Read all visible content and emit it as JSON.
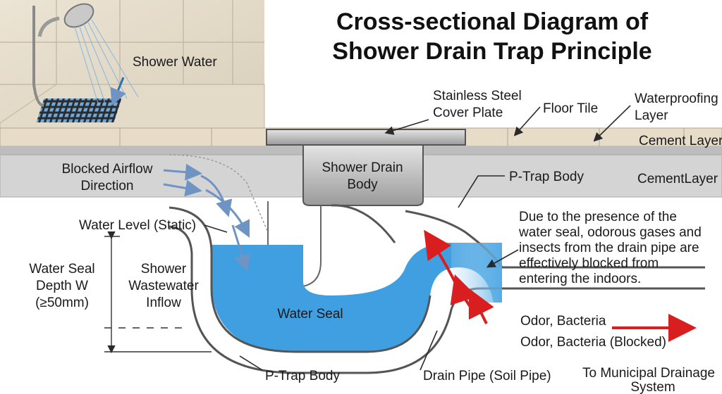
{
  "title": {
    "line1": "Cross-sectional Diagram of",
    "line2": "Shower Drain Trap Principle"
  },
  "labels": {
    "shower_water": "Shower Water",
    "cover_plate_1": "Stainless Steel",
    "cover_plate_2": "Cover Plate",
    "floor_tile": "Floor Tile",
    "waterproofing_1": "Waterproofing",
    "waterproofing_2": "Layer",
    "cement_layer_top": "Cement Layer",
    "cement_layer_bottom": "CementLayer",
    "blocked_airflow_1": "Blocked Airflow",
    "blocked_airflow_2": "Direction",
    "drain_body_1": "Shower Drain",
    "drain_body_2": "Body",
    "ptrap_body_top": "P-Trap Body",
    "water_level": "Water Level (Static)",
    "seal_depth_1": "Water Seal",
    "seal_depth_2": "Depth W",
    "seal_depth_3": "(≥50mm)",
    "inflow_1": "Shower",
    "inflow_2": "Wastewater",
    "inflow_3": "Inflow",
    "water_seal": "Water Seal",
    "note_1": "Due to the presence of the",
    "note_2": "water seal, odorous gases and",
    "note_3": "insects from the drain pipe are",
    "note_4": "effectively blocked from",
    "note_5": "entering the indoors.",
    "odor_1": "Odor, Bacteria",
    "odor_2": "Odor, Bacteria (Blocked)",
    "ptrap_body_bottom": "P-Trap Body",
    "drain_pipe": "Drain Pipe (Soil Pipe)",
    "municipal_1": "To Municipal Drainage",
    "municipal_2": "System"
  },
  "colors": {
    "water": "#3f9fe0",
    "pipe_stroke": "#555555",
    "cement": "#cfcfcf",
    "tile": "#e6dcc8",
    "odor_arrow": "#d81e1e",
    "airflow_arrow": "#7fa3cf"
  }
}
